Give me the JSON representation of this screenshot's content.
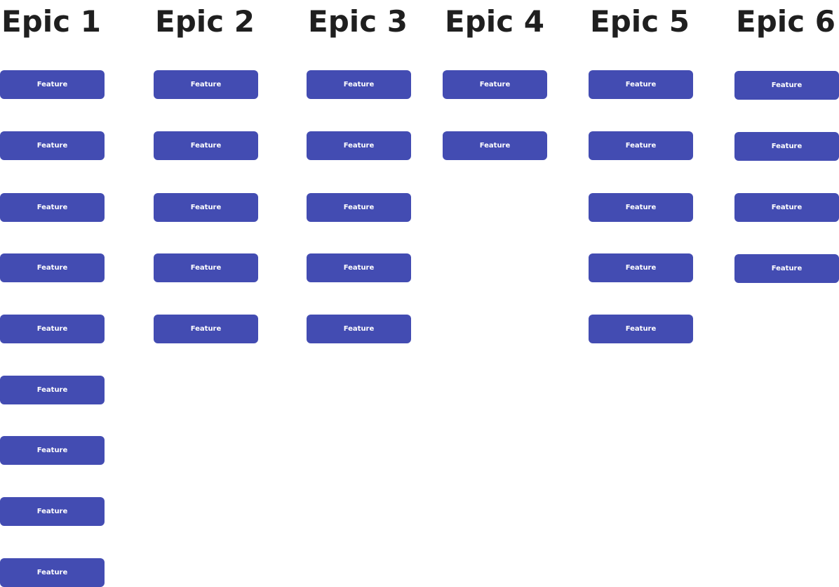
{
  "colors": {
    "card_fill": "#434cb2",
    "title_text": "#1f1f1f",
    "card_text": "#ffffff",
    "background": "#ffffff"
  },
  "epics": [
    {
      "title": "Epic 1",
      "features": [
        "Feature",
        "Feature",
        "Feature",
        "Feature",
        "Feature",
        "Feature",
        "Feature",
        "Feature",
        "Feature"
      ]
    },
    {
      "title": "Epic 2",
      "features": [
        "Feature",
        "Feature",
        "Feature",
        "Feature",
        "Feature"
      ]
    },
    {
      "title": "Epic 3",
      "features": [
        "Feature",
        "Feature",
        "Feature",
        "Feature",
        "Feature"
      ]
    },
    {
      "title": "Epic 4",
      "features": [
        "Feature",
        "Feature"
      ]
    },
    {
      "title": "Epic 5",
      "features": [
        "Feature",
        "Feature",
        "Feature",
        "Feature",
        "Feature"
      ]
    },
    {
      "title": "Epic 6",
      "features": [
        "Feature",
        "Feature",
        "Feature",
        "Feature"
      ]
    }
  ]
}
